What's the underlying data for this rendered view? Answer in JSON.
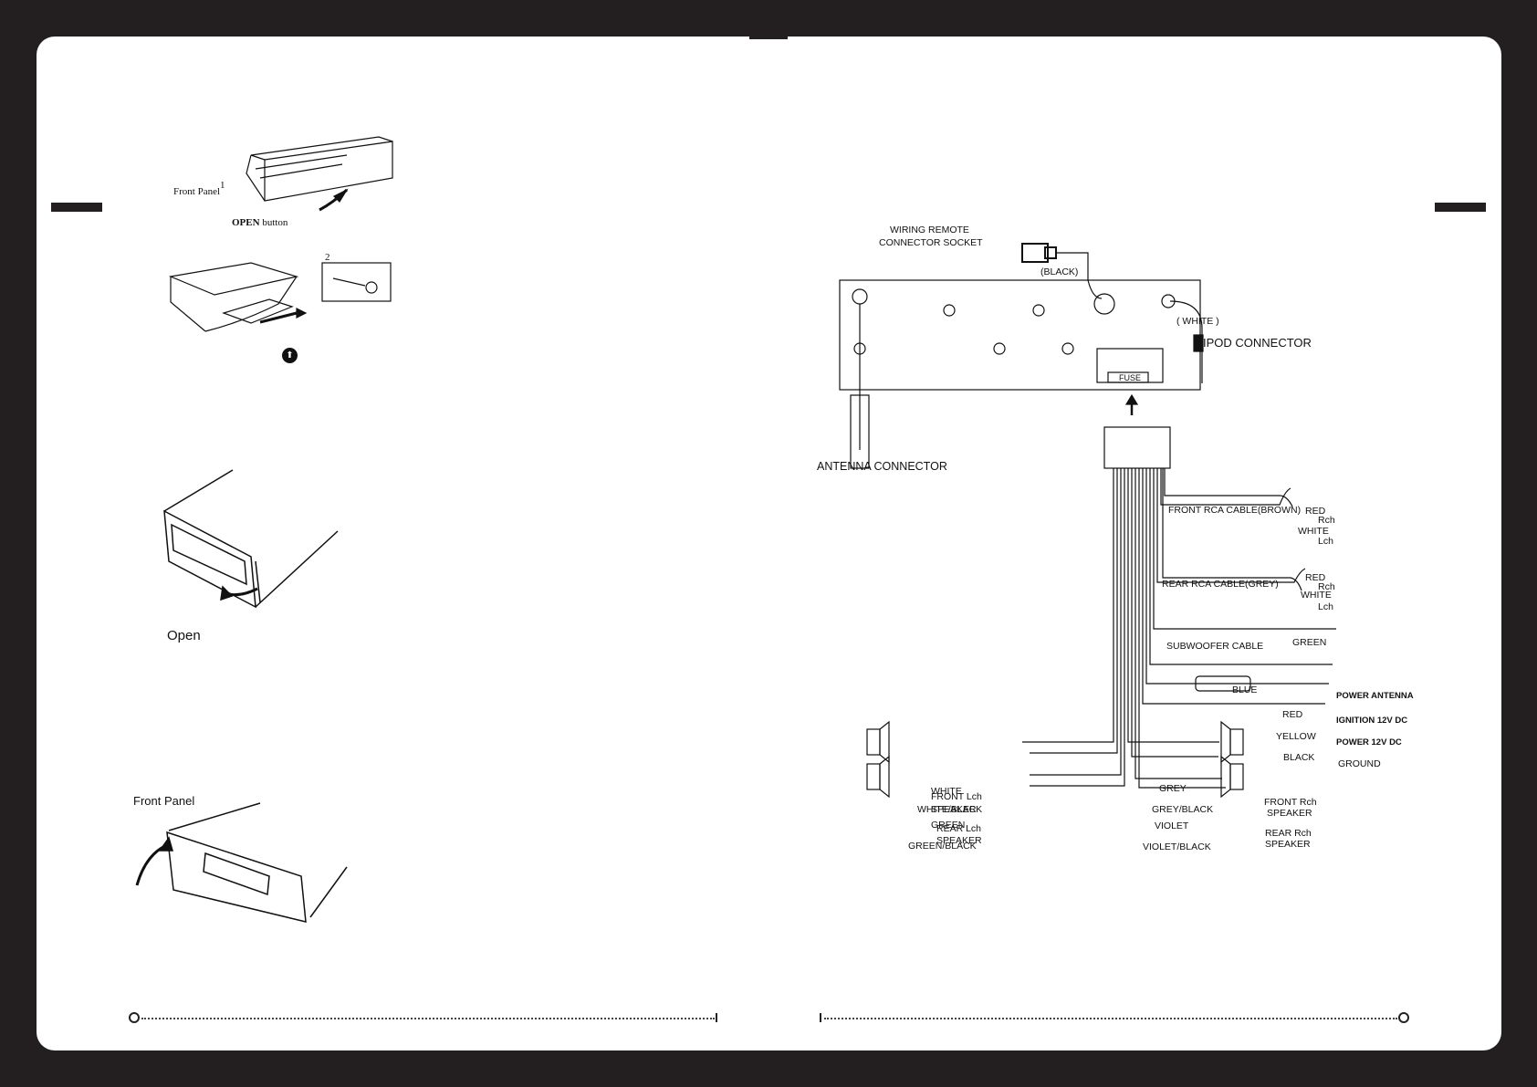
{
  "left_page": {
    "fig1": {
      "front_panel": "Front Panel",
      "step1": "1",
      "open_button_bold": "OPEN",
      "open_button_rest": "button"
    },
    "fig2": {
      "step2": "2",
      "arrow_symbol": "⬆"
    },
    "fig3": {
      "open": "Open"
    },
    "fig4": {
      "front_panel": "Front Panel"
    }
  },
  "wiring": {
    "remote_socket_line1": "WIRING REMOTE",
    "remote_socket_line2": "CONNECTOR SOCKET",
    "black": "(BLACK)",
    "white": "( WHITE )",
    "ipod": "IPOD CONNECTOR",
    "fuse": "FUSE",
    "antenna": "ANTENNA CONNECTOR",
    "front_rca": "FRONT RCA CABLE(BROWN)",
    "rear_rca": "REAR RCA CABLE(GREY)",
    "red": "RED",
    "white_c": "WHITE",
    "rch": "Rch",
    "lch": "Lch",
    "subwoofer": "SUBWOOFER CABLE",
    "green": "GREEN",
    "blue": "BLUE",
    "power_antenna": "POWER ANTENNA",
    "ignition": "IGNITION 12V DC",
    "yellow": "YELLOW",
    "power12": "POWER 12V DC",
    "black_w": "BLACK",
    "ground": "GROUND",
    "front_lch": "FRONT Lch",
    "speaker": "SPEAKER",
    "rear_lch": "REAR Lch",
    "w_white": "WHITE",
    "w_white_black": "WHITE/BLACK",
    "w_green": "GREEN",
    "w_green_black": "GREEN/BLACK",
    "grey": "GREY",
    "grey_black": "GREY/BLACK",
    "violet": "VIOLET",
    "violet_black": "VIOLET/BLACK",
    "front_rch": "FRONT Rch",
    "rear_rch": "REAR Rch"
  }
}
